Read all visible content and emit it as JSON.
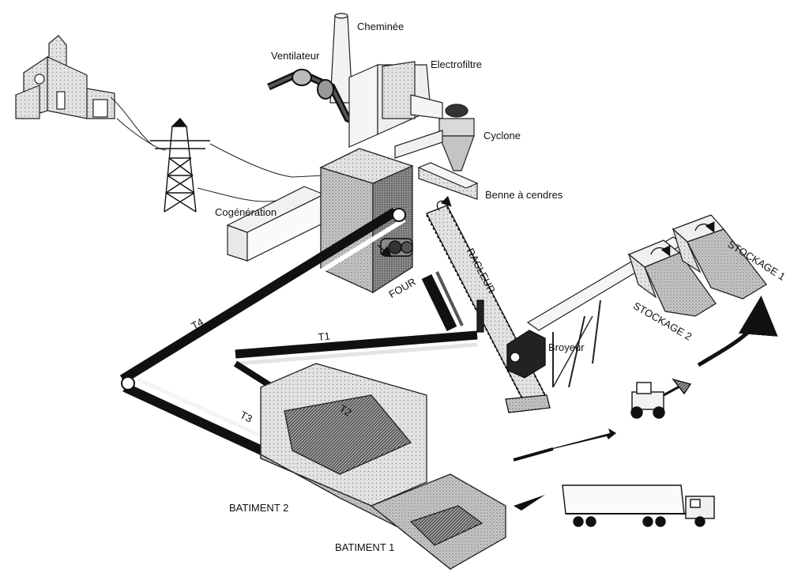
{
  "labels": {
    "chimney": "Cheminée",
    "fan": "Ventilateur",
    "electrofilter": "Electrofiltre",
    "cyclone": "Cyclone",
    "ash_bin": "Benne à cendres",
    "cogeneration": "Cogénération",
    "furnace": "FOUR",
    "scraper": "RACLEUR",
    "crusher": "Broyeur",
    "storage_1": "STOCKAGE 1",
    "storage_2": "STOCKAGE 2",
    "t1": "T1",
    "t2": "T2",
    "t3": "T3",
    "t4": "T4",
    "building_2": "BATIMENT 2",
    "building_1": "BATIMENT 1"
  },
  "colors": {
    "ink": "#111111",
    "stipple": "#9a9a9a",
    "belt": "#1c1c1c",
    "paper": "#ffffff"
  },
  "icons": [
    "church-icon",
    "pylon-icon",
    "loader-icon",
    "truck-icon"
  ]
}
